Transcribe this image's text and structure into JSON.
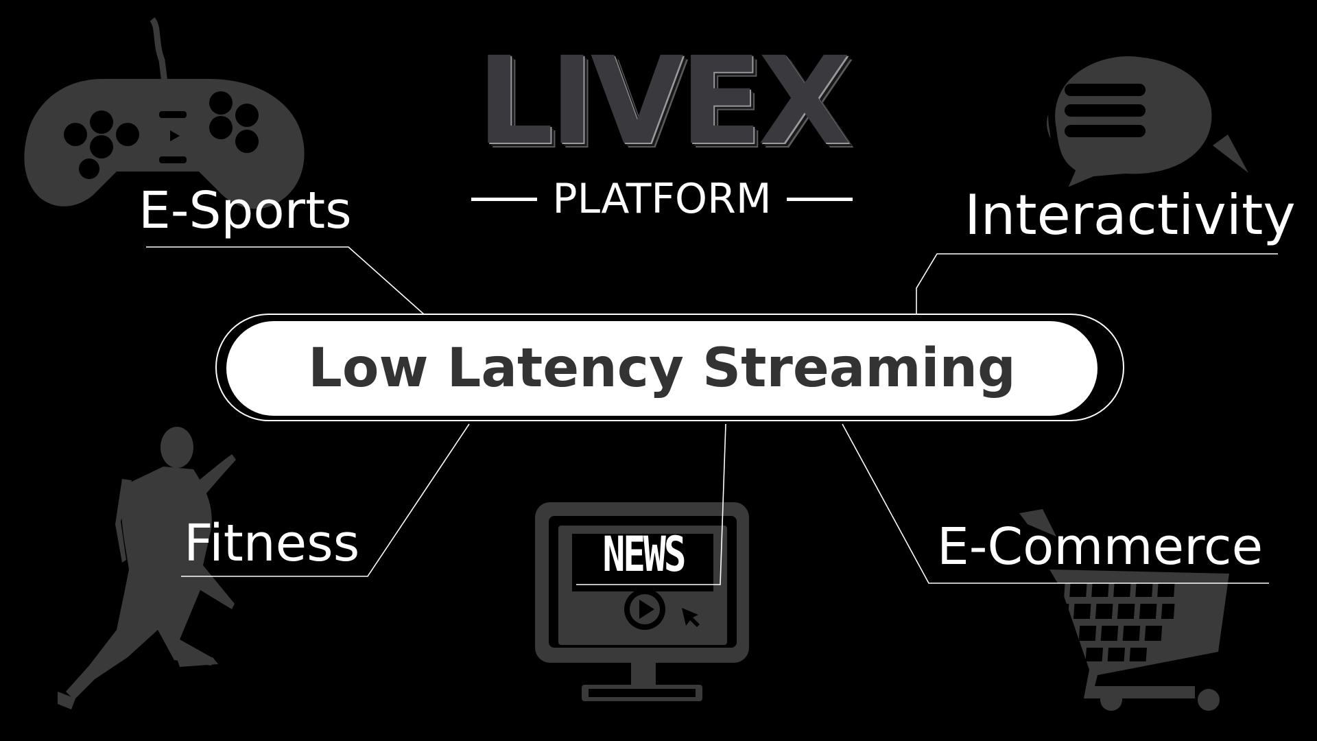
{
  "logo": {
    "main": "LIVEX",
    "sub": "PLATFORM"
  },
  "center": {
    "label": "Low Latency Streaming"
  },
  "nodes": {
    "esports": {
      "label": "E-Sports",
      "icon": "gamepad-icon"
    },
    "interactivity": {
      "label": "Interactivity",
      "icon": "chat-bubbles-icon"
    },
    "fitness": {
      "label": "Fitness",
      "icon": "runner-icon"
    },
    "news": {
      "label": "NEWS",
      "icon": "tv-monitor-icon"
    },
    "ecommerce": {
      "label": "E-Commerce",
      "icon": "shopping-cart-icon"
    }
  },
  "colors": {
    "background": "#000000",
    "icon": "#3a3a3a",
    "pill": "#ffffff",
    "pill_text": "#333333",
    "text": "#ffffff"
  }
}
